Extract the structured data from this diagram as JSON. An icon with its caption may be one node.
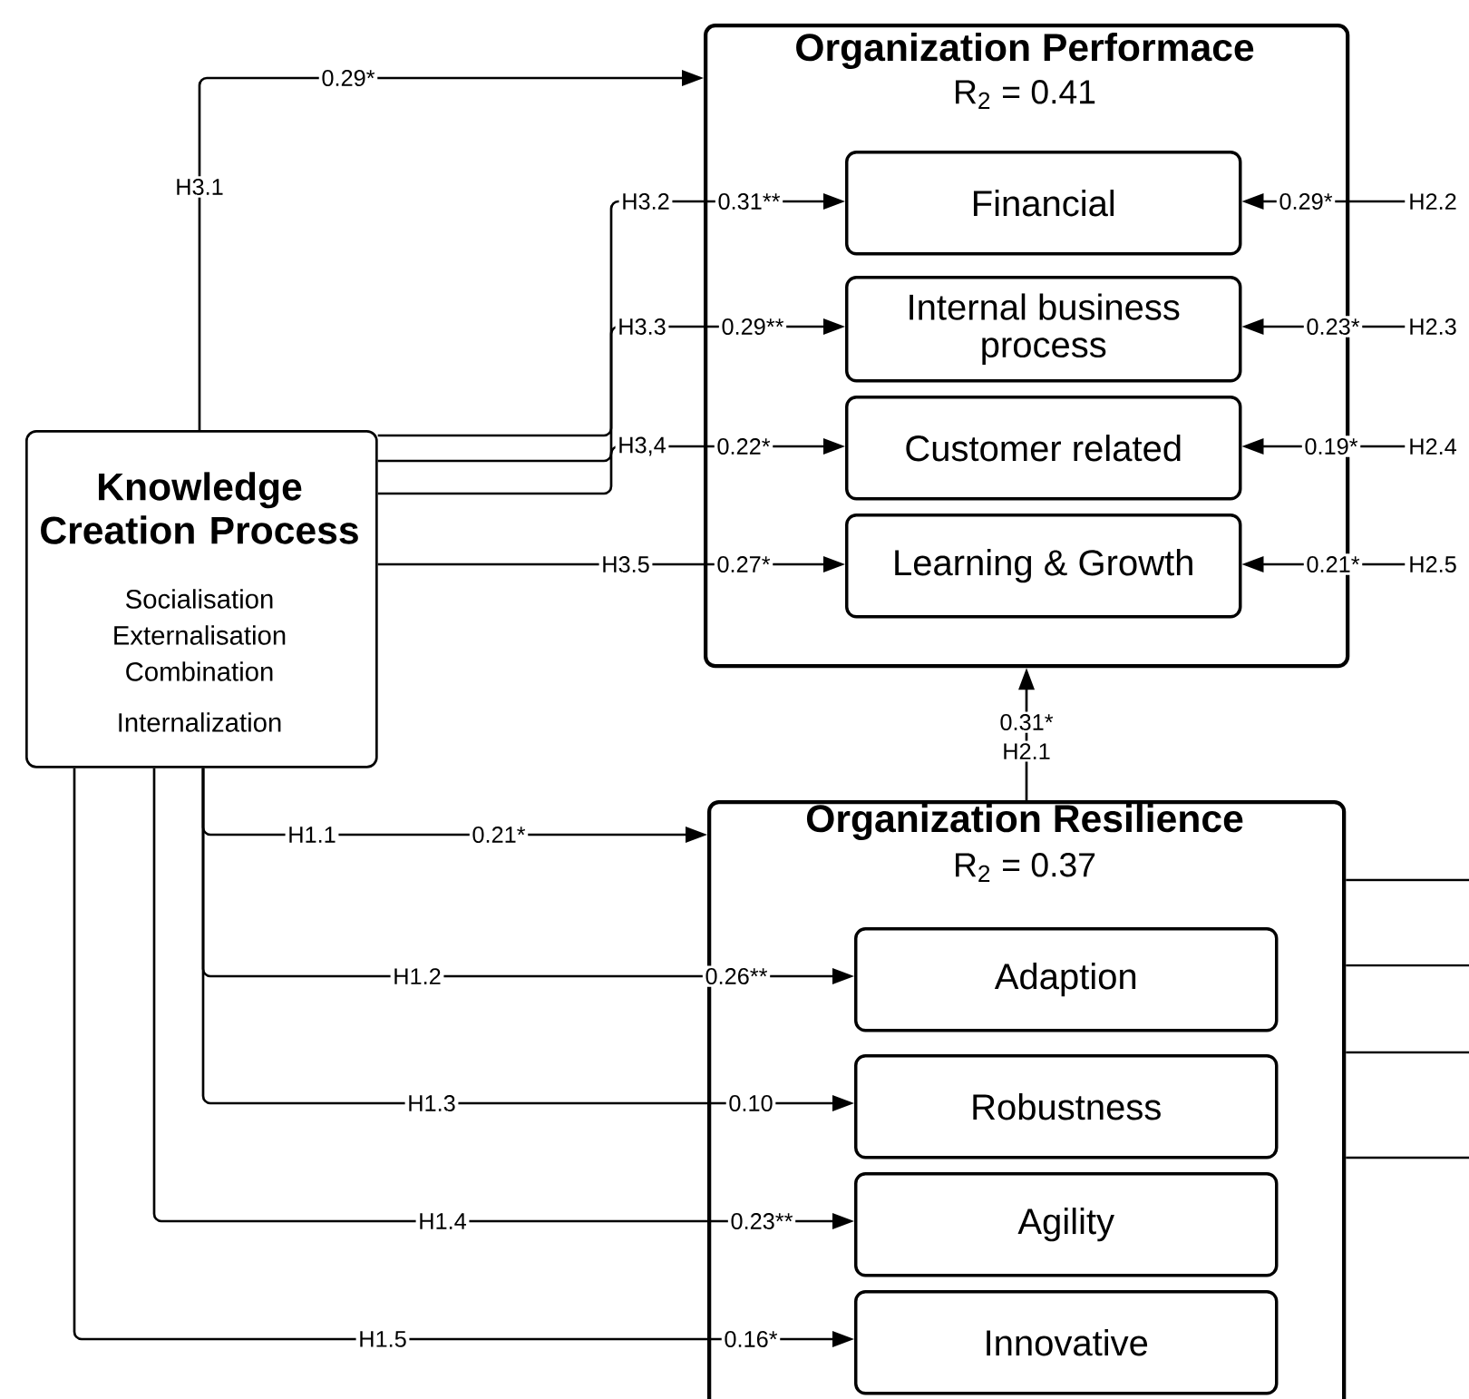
{
  "diagram": {
    "nodes": [
      {
        "text": [
          "Knowledge Creation Process",
          "Socialisation",
          "Externalisation",
          "Combination",
          "Internalization"
        ]
      },
      {
        "text": [
          "Organization Performace",
          "R$_{2}$ = 0.41"
        ]
      },
      {
        "text": [
          "Financial"
        ],
        "in": 1
      },
      {
        "text": [
          "Internal business process"
        ],
        "in": 1
      },
      {
        "text": [
          "Customer related"
        ],
        "in": 1
      },
      {
        "text": [
          "Learning & Growth"
        ],
        "in": 1
      },
      {
        "text": [
          "Organization Resilience",
          "R$_{2}$  = 0.37"
        ]
      },
      {
        "text": [
          "Adaption"
        ],
        "in": 6
      },
      {
        "text": [
          "Robustness"
        ],
        "in": 6
      },
      {
        "text": [
          "Agility"
        ],
        "in": 6
      },
      {
        "text": [
          "Innovative"
        ],
        "in": 6
      },
      {
        "text": [
          "H2.2"
        ]
      },
      {
        "text": [
          "H2.3"
        ]
      },
      {
        "text": [
          "H2.4"
        ]
      },
      {
        "text": [
          "H2.5"
        ]
      }
    ],
    "edges": [
      {
        "from": 0,
        "to": 1,
        "arrow": "to",
        "label": "0.29*"
      },
      {
        "from": 0,
        "to": 2,
        "arrow": "to",
        "label": "0.31**"
      },
      {
        "from": 0,
        "to": 3,
        "arrow": "to",
        "label": "0.29**"
      },
      {
        "from": 0,
        "to": 4,
        "arrow": "to",
        "label": "0.22*"
      },
      {
        "from": 0,
        "to": 5,
        "arrow": "to",
        "label": "0.27*"
      },
      {
        "from": 0,
        "to": 6,
        "arrow": "to",
        "label": "0.21*"
      },
      {
        "from": 0,
        "to": 7,
        "arrow": "to",
        "label": "0.26**"
      },
      {
        "from": 0,
        "to": 8,
        "arrow": "to",
        "label": "0.10"
      },
      {
        "from": 0,
        "to": 9,
        "arrow": "to",
        "label": "0.23**"
      },
      {
        "from": 0,
        "to": 10,
        "arrow": "to",
        "label": "0.16*"
      },
      {
        "from": 6,
        "to": 1,
        "arrow": "to",
        "label": "0.31*"
      },
      {
        "from": 11,
        "to": 2,
        "arrow": "to",
        "label": "0.29*"
      },
      {
        "from": 12,
        "to": 3,
        "arrow": "to",
        "label": "0.23*"
      },
      {
        "from": 13,
        "to": 4,
        "arrow": "to",
        "label": "0.19*"
      },
      {
        "from": 14,
        "to": 5,
        "arrow": "to",
        "label": "0.21*"
      },
      {
        "from": 6,
        "to": null,
        "arrow": "none"
      },
      {
        "from": 6,
        "to": null,
        "arrow": "none"
      },
      {
        "from": 6,
        "to": null,
        "arrow": "none"
      },
      {
        "from": 6,
        "to": null,
        "arrow": "none"
      }
    ],
    "labels": [
      "H3.1",
      "H3.2",
      "H3.3",
      "H3,4",
      "H3.5",
      "H1.1",
      "H1.2",
      "H1.3",
      "H1.4",
      "H1.5",
      "H2.1"
    ]
  }
}
